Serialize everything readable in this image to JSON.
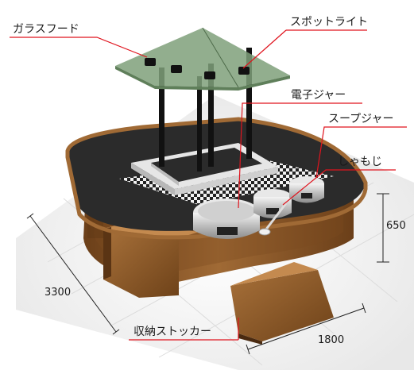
{
  "labels": {
    "glass_hood": "ガラスフード",
    "spotlight": "スポットライト",
    "rice_jar": "電子ジャー",
    "soup_jar": "スープジャー",
    "shamoji": "しゃもじ",
    "storage_stocker": "収納ストッカー"
  },
  "dimensions": {
    "depth": "3300",
    "width": "1800",
    "height": "650"
  },
  "colors": {
    "leader_line": "#e0141e",
    "wood": "#8a5a2b",
    "counter_top": "#2b2b2b",
    "hood_glass": "#7fa07a"
  }
}
